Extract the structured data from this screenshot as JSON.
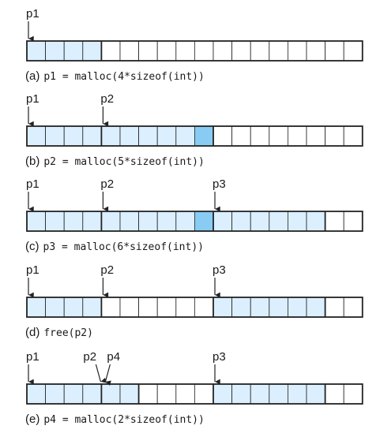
{
  "title": "",
  "colors": {
    "allocated": "#dcefff",
    "padding": "#88ccf3",
    "free": "#ffffff",
    "stroke": "#222222"
  },
  "word_count": 18,
  "panels": [
    {
      "id": "a",
      "caption_prefix": "(a)",
      "caption_code": "p1 = malloc(4*sizeof(int))",
      "pointers": [
        {
          "label": "p1",
          "word": 0
        }
      ],
      "blocks": [
        {
          "start": 0,
          "end": 3,
          "state": "allocated"
        }
      ],
      "padding_words": [],
      "block_boundaries": [
        4
      ]
    },
    {
      "id": "b",
      "caption_prefix": "(b)",
      "caption_code": "p2 = malloc(5*sizeof(int))",
      "pointers": [
        {
          "label": "p1",
          "word": 0
        },
        {
          "label": "p2",
          "word": 4
        }
      ],
      "blocks": [
        {
          "start": 0,
          "end": 3,
          "state": "allocated"
        },
        {
          "start": 4,
          "end": 9,
          "state": "allocated"
        }
      ],
      "padding_words": [
        9
      ],
      "block_boundaries": [
        4,
        10
      ]
    },
    {
      "id": "c",
      "caption_prefix": "(c)",
      "caption_code": "p3 = malloc(6*sizeof(int))",
      "pointers": [
        {
          "label": "p1",
          "word": 0
        },
        {
          "label": "p2",
          "word": 4
        },
        {
          "label": "p3",
          "word": 10
        }
      ],
      "blocks": [
        {
          "start": 0,
          "end": 3,
          "state": "allocated"
        },
        {
          "start": 4,
          "end": 9,
          "state": "allocated"
        },
        {
          "start": 10,
          "end": 15,
          "state": "allocated"
        }
      ],
      "padding_words": [
        9
      ],
      "block_boundaries": [
        4,
        10,
        16
      ]
    },
    {
      "id": "d",
      "caption_prefix": "(d)",
      "caption_code": "free(p2)",
      "pointers": [
        {
          "label": "p1",
          "word": 0
        },
        {
          "label": "p2",
          "word": 4
        },
        {
          "label": "p3",
          "word": 10
        }
      ],
      "blocks": [
        {
          "start": 0,
          "end": 3,
          "state": "allocated"
        },
        {
          "start": 10,
          "end": 15,
          "state": "allocated"
        }
      ],
      "padding_words": [],
      "block_boundaries": [
        4,
        10,
        16
      ]
    },
    {
      "id": "e",
      "caption_prefix": "(e)",
      "caption_code": "p4 = malloc(2*sizeof(int))",
      "pointers": [
        {
          "label": "p1",
          "word": 0
        },
        {
          "label": "p2",
          "word": 4,
          "slant": -1
        },
        {
          "label": "p4",
          "word": 4,
          "slant": 1
        },
        {
          "label": "p3",
          "word": 10
        }
      ],
      "blocks": [
        {
          "start": 0,
          "end": 3,
          "state": "allocated"
        },
        {
          "start": 4,
          "end": 5,
          "state": "allocated"
        },
        {
          "start": 10,
          "end": 15,
          "state": "allocated"
        }
      ],
      "padding_words": [],
      "block_boundaries": [
        4,
        6,
        10,
        16
      ]
    }
  ]
}
